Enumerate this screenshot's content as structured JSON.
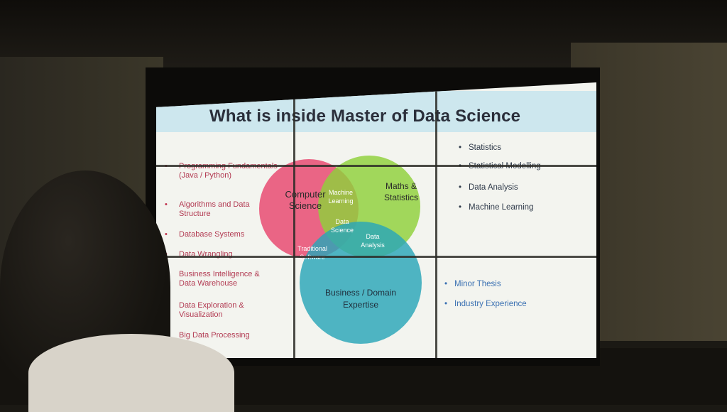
{
  "slide": {
    "title": "What is inside Master of Data Science",
    "left_items": [
      "Programming Fundamentals (Java / Python)",
      "Algorithms and Data Structure",
      "Database Systems",
      "Data Wrangling",
      "Business Intelligence & Data Warehouse",
      "Data Exploration & Visualization",
      "Big Data Processing"
    ],
    "right_items": [
      "Statistics",
      "Statistical Modelling",
      "Data Analysis",
      "Machine Learning"
    ],
    "bottom_items": [
      "Minor Thesis",
      "Industry Experience"
    ],
    "venn": {
      "cs": [
        "Computer",
        "Science"
      ],
      "maths": [
        "Maths &",
        "Statistics"
      ],
      "business": [
        "Business / Domain",
        "Expertise"
      ],
      "ml": [
        "Machine",
        "Learning"
      ],
      "ds": [
        "Data",
        "Science"
      ],
      "da": [
        "Data",
        "Analysis"
      ],
      "ts": [
        "Traditional",
        "Software"
      ]
    },
    "colors": {
      "cs_circle": "#e8456e",
      "maths_circle": "#8fd13a",
      "business_circle": "#2aa6b8",
      "list_left": "#b23a52",
      "list_bottom": "#3a70b2"
    }
  }
}
